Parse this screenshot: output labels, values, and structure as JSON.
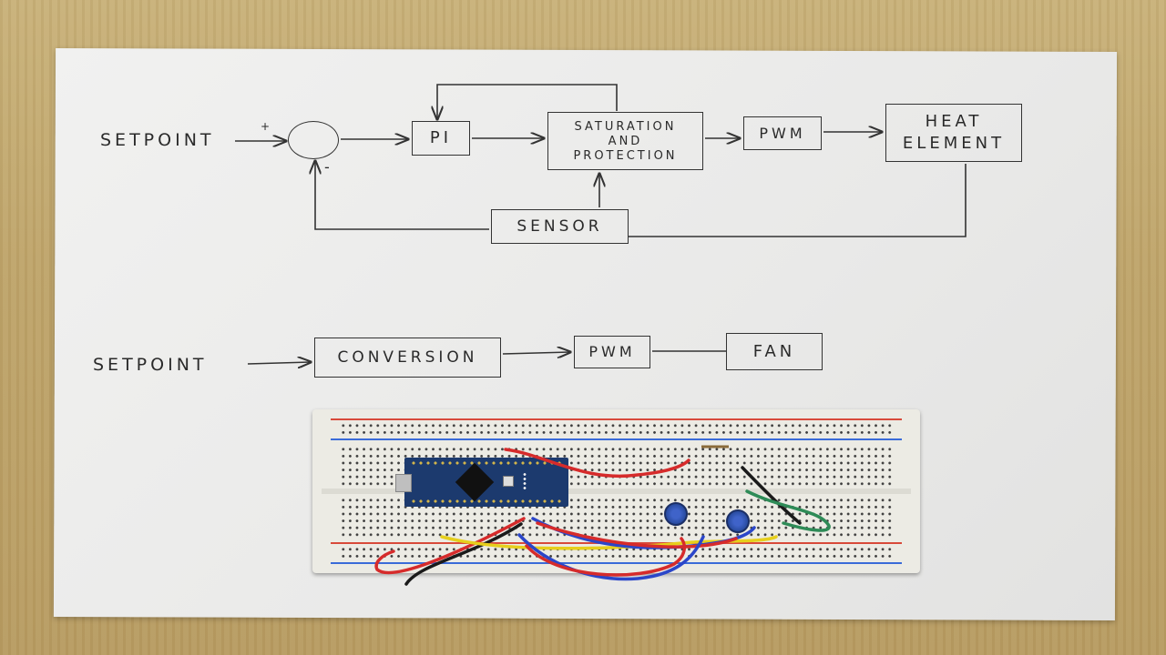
{
  "diagram1": {
    "setpoint_label": "SETPOINT",
    "plus_sign": "+",
    "minus_sign": "-",
    "pi_label": "PI",
    "saturation_lines": [
      "SATURATION",
      "AND",
      "PROTECTION"
    ],
    "pwm_label": "PWM",
    "heat_lines": [
      "HEAT",
      "ELEMENT"
    ],
    "sensor_label": "SENSOR"
  },
  "diagram2": {
    "setpoint_label": "SETPOINT",
    "conversion_label": "CONVERSION",
    "pwm_label": "PWM",
    "fan_label": "FAN"
  },
  "colors": {
    "table": "#c0a66c",
    "paper": "#ececeb",
    "ink": "#2a2a2a",
    "breadboard": "#ecebe4",
    "arduino": "#1c3a6e",
    "wire_red": "#d62b2b",
    "wire_blue": "#2b46c9",
    "wire_yellow": "#e6cf1c",
    "wire_black": "#1a1a1a",
    "wire_green": "#2e8b57"
  }
}
